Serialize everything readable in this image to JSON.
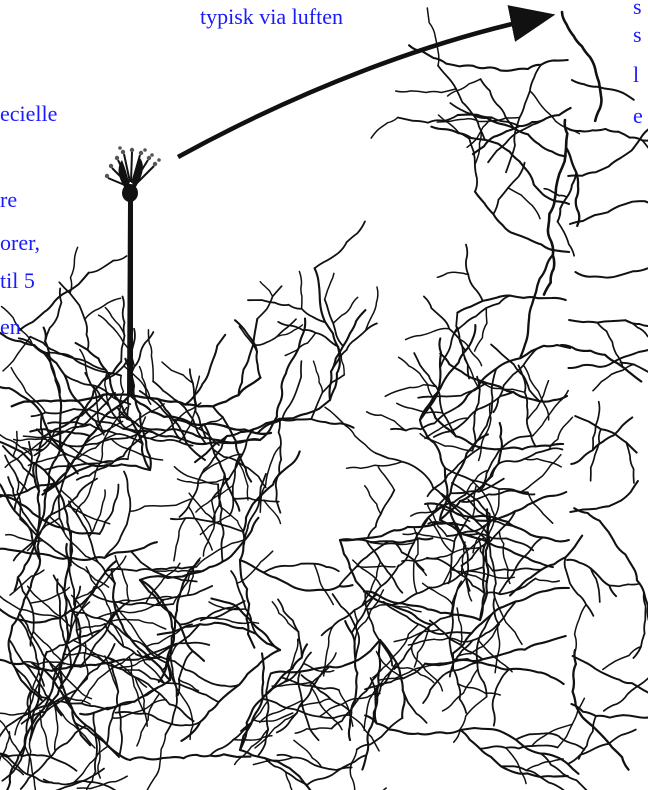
{
  "labels": {
    "top_caption": "typisk via luften",
    "left_fragments": [
      "ecielle",
      "re",
      "orer,",
      "til 5",
      "en"
    ],
    "right_fragments": [
      "s",
      "s",
      "l",
      "e"
    ]
  },
  "colors": {
    "label_blue": "#1a1aff",
    "ink": "#111111",
    "background": "#ffffff"
  }
}
